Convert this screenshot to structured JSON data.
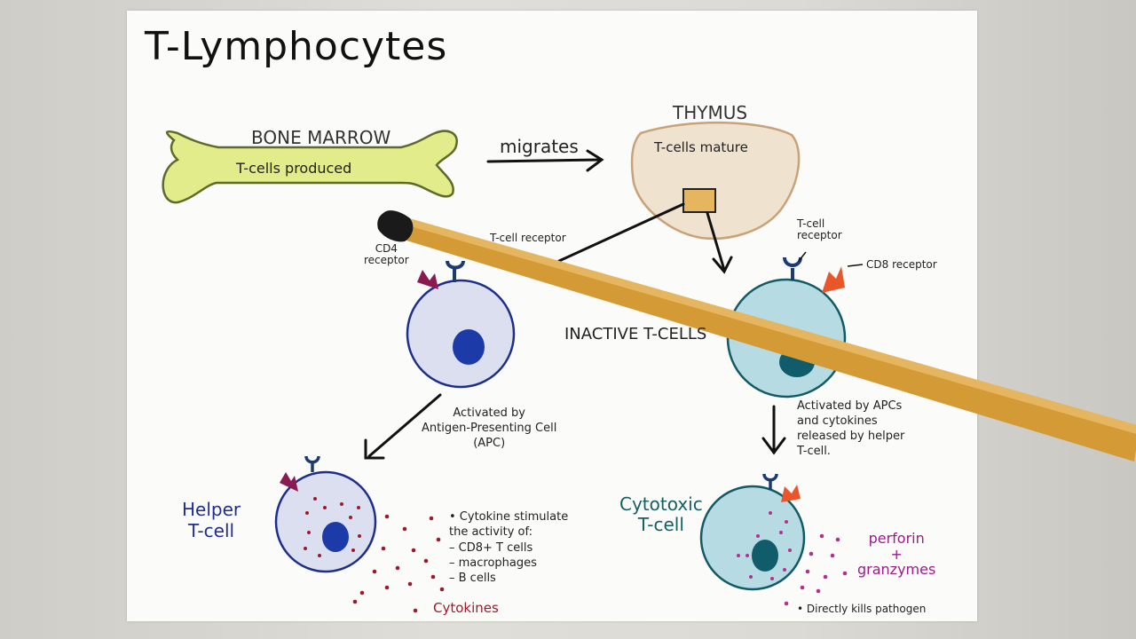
{
  "title": "T-Lymphocytes",
  "bone_marrow": {
    "label": "BONE MARROW",
    "inner": "T-cells produced"
  },
  "migrates": "migrates",
  "thymus": {
    "label": "THYMUS",
    "inner": "T-cells mature"
  },
  "receptors": {
    "tcell_left": "T-cell receptor",
    "cd4": [
      "CD4",
      "receptor"
    ],
    "tcell_right": [
      "T-cell",
      "receptor"
    ],
    "cd8": "CD8 receptor"
  },
  "inactive": "INACTIVE T-CELLS",
  "activated_apc": [
    "Activated by",
    "Antigen-Presenting Cell",
    "(APC)"
  ],
  "activated_cytokines": [
    "Activated by APCs",
    "and cytokines",
    "released by helper",
    "T-cell."
  ],
  "helper": [
    "Helper",
    "T-cell"
  ],
  "cytotoxic": [
    "Cytotoxic",
    "T-cell"
  ],
  "stimulate": [
    "• Cytokine stimulate",
    "the activity of:",
    "– CD8+ T cells",
    "– macrophages",
    "– B cells"
  ],
  "cytokines": "Cytokines",
  "perforin": [
    "perforin",
    "+",
    "granzymes"
  ],
  "kills": "• Directly kills pathogen",
  "colors": {
    "bone": "#e3ec8a",
    "thymus": "#efe2cf",
    "helper_cell": "#d9dcef",
    "helper_nucleus": "#1d3ba8",
    "cytotoxic_cell": "#b6dbe3",
    "cytotoxic_nucleus": "#105c6a",
    "cd4": "#8a1a4f",
    "cd8": "#e8562a",
    "cytokine_dots": "#9b1b2c",
    "perforin_dots": "#b0328f",
    "pointer": "#d49a35"
  }
}
